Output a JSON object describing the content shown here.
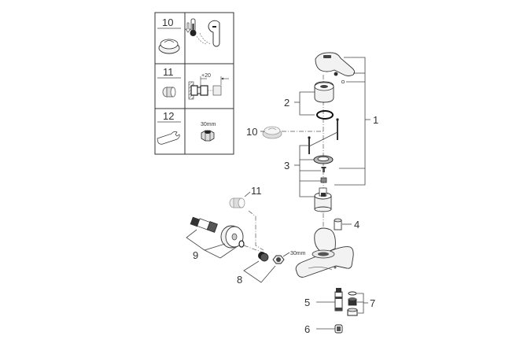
{
  "diagram": {
    "type": "exploded-parts-diagram",
    "legend_box": {
      "rows": [
        {
          "number": "10",
          "description_icon": "temperature-limiter-icon"
        },
        {
          "number": "11",
          "description_icon": "extension-dimension-icon",
          "dimension_label": "+20"
        },
        {
          "number": "12",
          "description_icon": "wrench-nut-icon",
          "size_label": "30mm"
        }
      ]
    },
    "callouts": [
      {
        "id": "1",
        "label": "1",
        "part": "lever-handle-assembly"
      },
      {
        "id": "2",
        "label": "2",
        "part": "cover-cap-and-o-ring"
      },
      {
        "id": "3",
        "label": "3",
        "part": "cartridge-fixing-set"
      },
      {
        "id": "4",
        "label": "4",
        "part": "plug"
      },
      {
        "id": "5",
        "label": "5",
        "part": "diverter"
      },
      {
        "id": "6",
        "label": "6",
        "part": "nozzle"
      },
      {
        "id": "7",
        "label": "7",
        "part": "aerator-set"
      },
      {
        "id": "8",
        "label": "8",
        "part": "nut-and-seal"
      },
      {
        "id": "9",
        "label": "9",
        "part": "s-union-and-rosette"
      },
      {
        "id": "10",
        "label": "10",
        "part": "temperature-limiter"
      },
      {
        "id": "11",
        "label": "11",
        "part": "extension"
      }
    ],
    "nut_size_label": "30mm"
  }
}
